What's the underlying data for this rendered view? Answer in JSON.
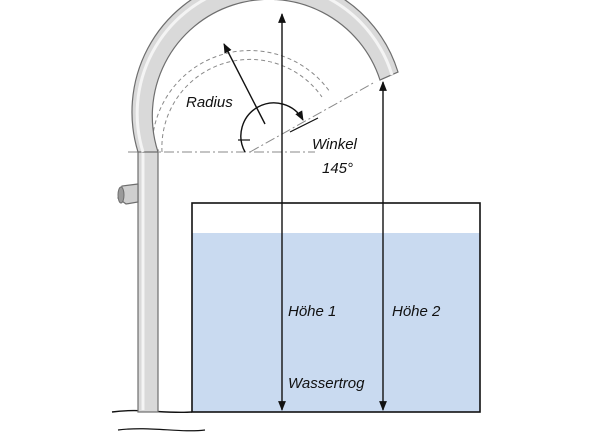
{
  "labels": {
    "radius": "Radius",
    "winkel": "Winkel",
    "angle_value": "145°",
    "hoehe1": "Höhe 1",
    "hoehe2": "Höhe 2",
    "wassertrog": "Wassertrog"
  },
  "colors": {
    "water": "#c9daf0",
    "pipe_fill": "#d9d9d9",
    "pipe_stroke": "#6e6e6e",
    "lines": "#111111",
    "construction_lines": "#8a8a8a"
  }
}
